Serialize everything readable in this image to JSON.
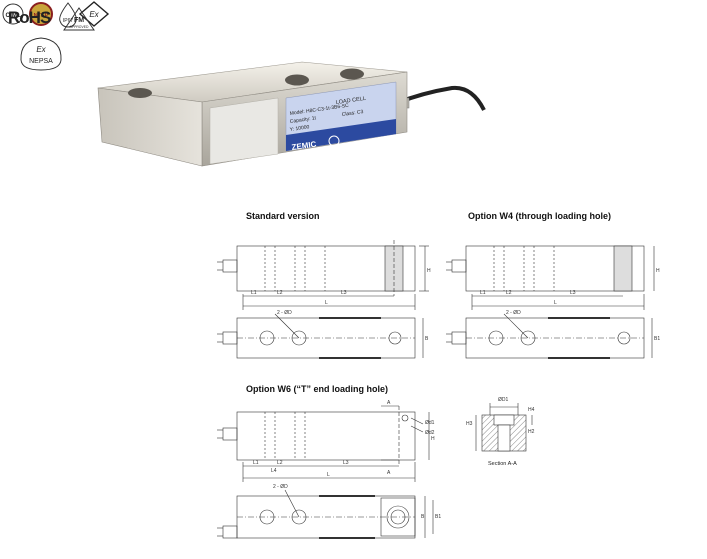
{
  "header": {
    "rohs": "RoHS",
    "fm_mark": "FM",
    "fm_sub": "APPROVED",
    "ex_mark": "Ex",
    "nepsa": "NEPSA"
  },
  "product": {
    "plate_title": "LOAD CELL",
    "model": "Model: H8C-C3-1t-3B6-SC",
    "capacity": "Capacity: 1t",
    "class": "Class: C3",
    "y": "Y: 10000",
    "brand": "ZEMIC"
  },
  "certifications": [
    "OIML",
    "NTEP",
    "IP67",
    "Ex"
  ],
  "sections": {
    "standard": "Standard version",
    "w4": "Option W4 (through loading hole)",
    "w6": "Option W6 (“T” end loading hole)",
    "section_aa": "Section A-A"
  },
  "dims": {
    "l1": "L1",
    "l2": "L2",
    "l3": "L3",
    "l4": "L4",
    "l": "L",
    "h": "H",
    "b": "B",
    "b1": "B1",
    "a": "A",
    "holes": "2 - ØD",
    "d1": "Ød1",
    "d2": "Ød2",
    "D1": "ØD1",
    "h3": "H3",
    "h4": "H4",
    "h2": "H2"
  }
}
